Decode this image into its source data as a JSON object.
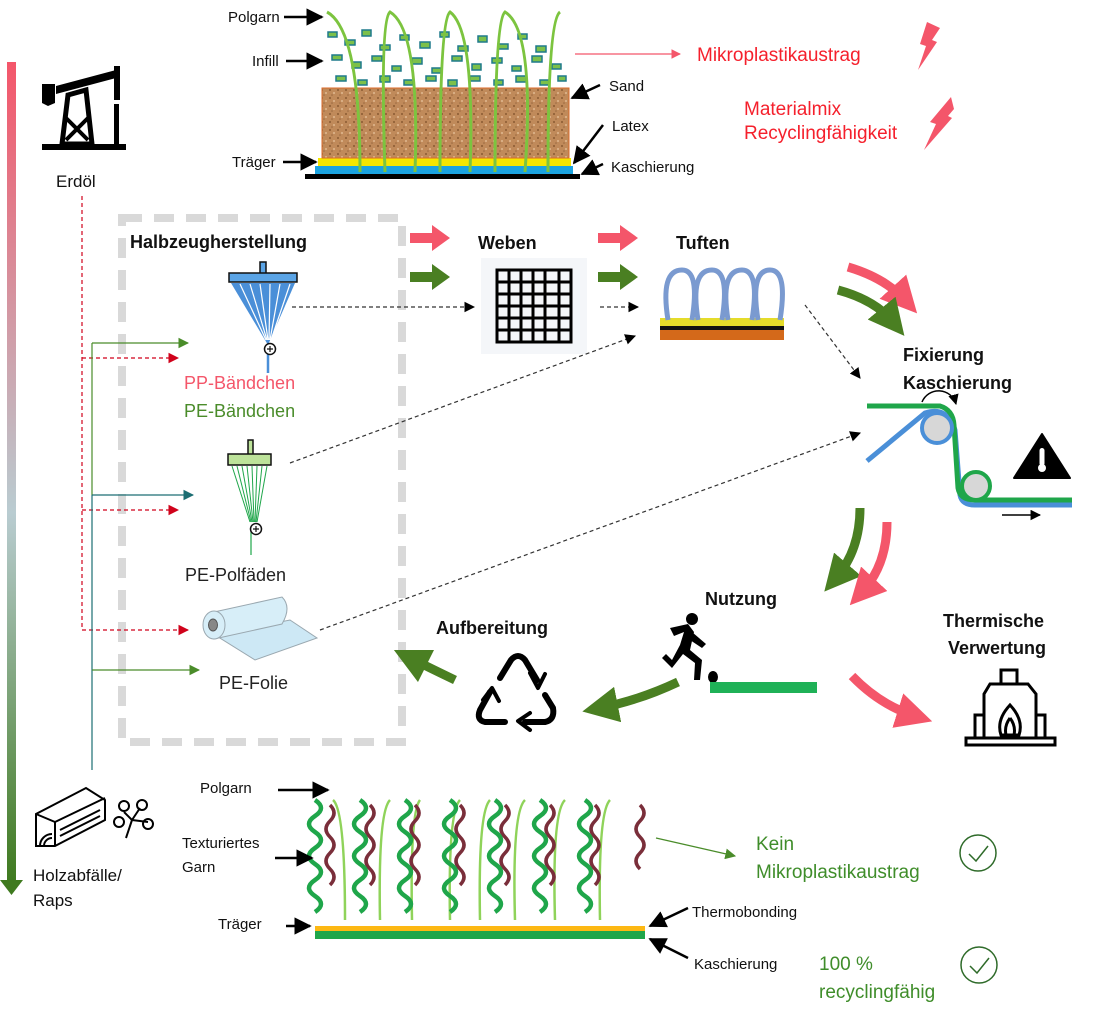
{
  "colors": {
    "fossil": "#f4566a",
    "bio": "#4a7f22",
    "warning_text": "#f5202c",
    "positive_text": "#3f8d2a",
    "dashed_box": "#d9d9d9"
  },
  "sources": {
    "fossil": {
      "label": "Erdöl",
      "icon": "oil-pump-icon"
    },
    "bio": {
      "label_line1": "Holzabfälle/",
      "label_line2": "Raps",
      "icon": "wood-rapeseed-icon"
    }
  },
  "top_turf": {
    "labels": {
      "polgarn": "Polgarn",
      "infill": "Infill",
      "sand": "Sand",
      "latex": "Latex",
      "traeger": "Träger",
      "kaschierung": "Kaschierung"
    },
    "issues": [
      {
        "text": "Mikroplastikaustrag",
        "icon": "lightning-icon"
      },
      {
        "text_line1": "Materialmix",
        "text_line2": "Recyclingfähigkeit",
        "icon": "lightning-icon"
      }
    ]
  },
  "semi_finished": {
    "title": "Halbzeugherstellung",
    "items": [
      {
        "label_fossil": "PP-Bändchen",
        "label_bio": "PE-Bändchen",
        "icon": "tape-extruder-icon"
      },
      {
        "label": "PE-Polfäden",
        "icon": "filament-extruder-icon"
      },
      {
        "label": "PE-Folie",
        "icon": "film-roll-icon"
      }
    ]
  },
  "process_steps": {
    "weben": {
      "label": "Weben",
      "icon": "woven-fabric-icon"
    },
    "tuften": {
      "label": "Tuften",
      "icon": "tufted-carpet-icon"
    },
    "fixierung": {
      "label_line1": "Fixierung",
      "label_line2": "Kaschierung",
      "icon": "lamination-rollers-icon",
      "warning_icon": "temperature-warning-icon"
    },
    "nutzung": {
      "label": "Nutzung",
      "icon": "football-player-icon"
    },
    "aufbereitung": {
      "label": "Aufbereitung",
      "icon": "recycle-icon"
    },
    "thermisch": {
      "label_line1": "Thermische",
      "label_line2": "Verwertung",
      "icon": "incinerator-icon"
    }
  },
  "bottom_turf": {
    "labels": {
      "polgarn": "Polgarn",
      "texturiert_line1": "Texturiertes",
      "texturiert_line2": "Garn",
      "traeger": "Träger",
      "thermobonding": "Thermobonding",
      "kaschierung": "Kaschierung"
    },
    "benefits": [
      {
        "text_line1": "Kein",
        "text_line2": "Mikroplastikaustrag",
        "icon": "check-circle-icon"
      },
      {
        "text_line1": "100 %",
        "text_line2": "recyclingfähig",
        "icon": "check-circle-icon"
      }
    ]
  }
}
